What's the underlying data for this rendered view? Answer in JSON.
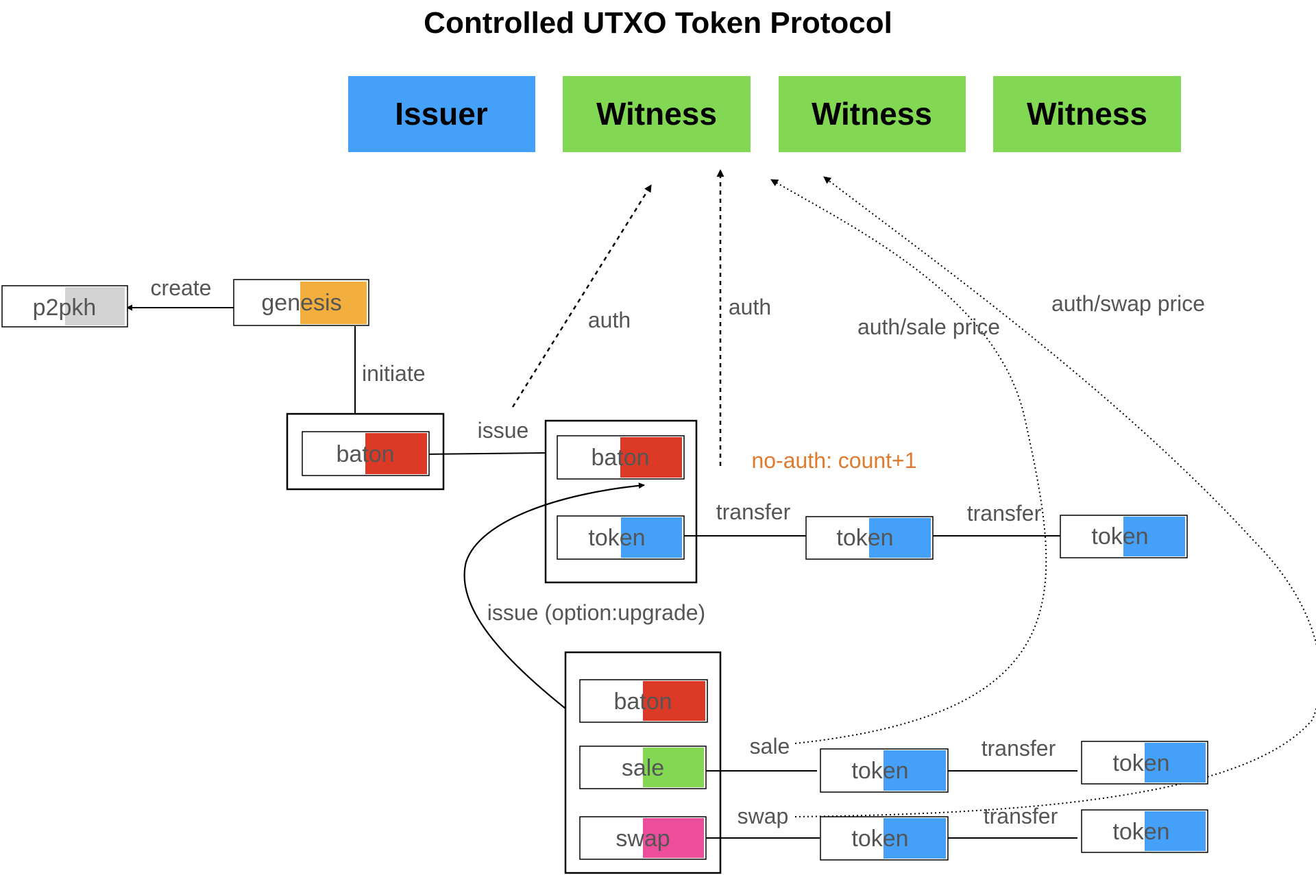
{
  "title": "Controlled UTXO Token Protocol",
  "headers": [
    {
      "label": "Issuer",
      "color": "#44A0F8"
    },
    {
      "label": "Witness",
      "color": "#82D853"
    },
    {
      "label": "Witness",
      "color": "#82D853"
    },
    {
      "label": "Witness",
      "color": "#82D853"
    }
  ],
  "nodes": {
    "p2pkh": "p2pkh",
    "genesis": "genesis",
    "baton": "baton",
    "token": "token",
    "sale": "sale",
    "swap": "swap"
  },
  "edges": {
    "create": "create",
    "initiate": "initiate",
    "issue": "issue",
    "auth": "auth",
    "auth_sale_price": "auth/sale price",
    "auth_swap_price": "auth/swap price",
    "no_auth": "no-auth: count+1",
    "transfer": "transfer",
    "issue_upgrade": "issue (option:upgrade)",
    "sale": "sale",
    "swap": "swap"
  },
  "colors": {
    "issuer": "#44A0F8",
    "witness": "#82D853",
    "genesis": "#F2AF3D",
    "p2pkh": "#D3D3D3",
    "baton": "#DC3A26",
    "token": "#44A0F8",
    "sale": "#82D853",
    "swap": "#EC4E9B",
    "no_auth_label": "#E07A2E"
  }
}
